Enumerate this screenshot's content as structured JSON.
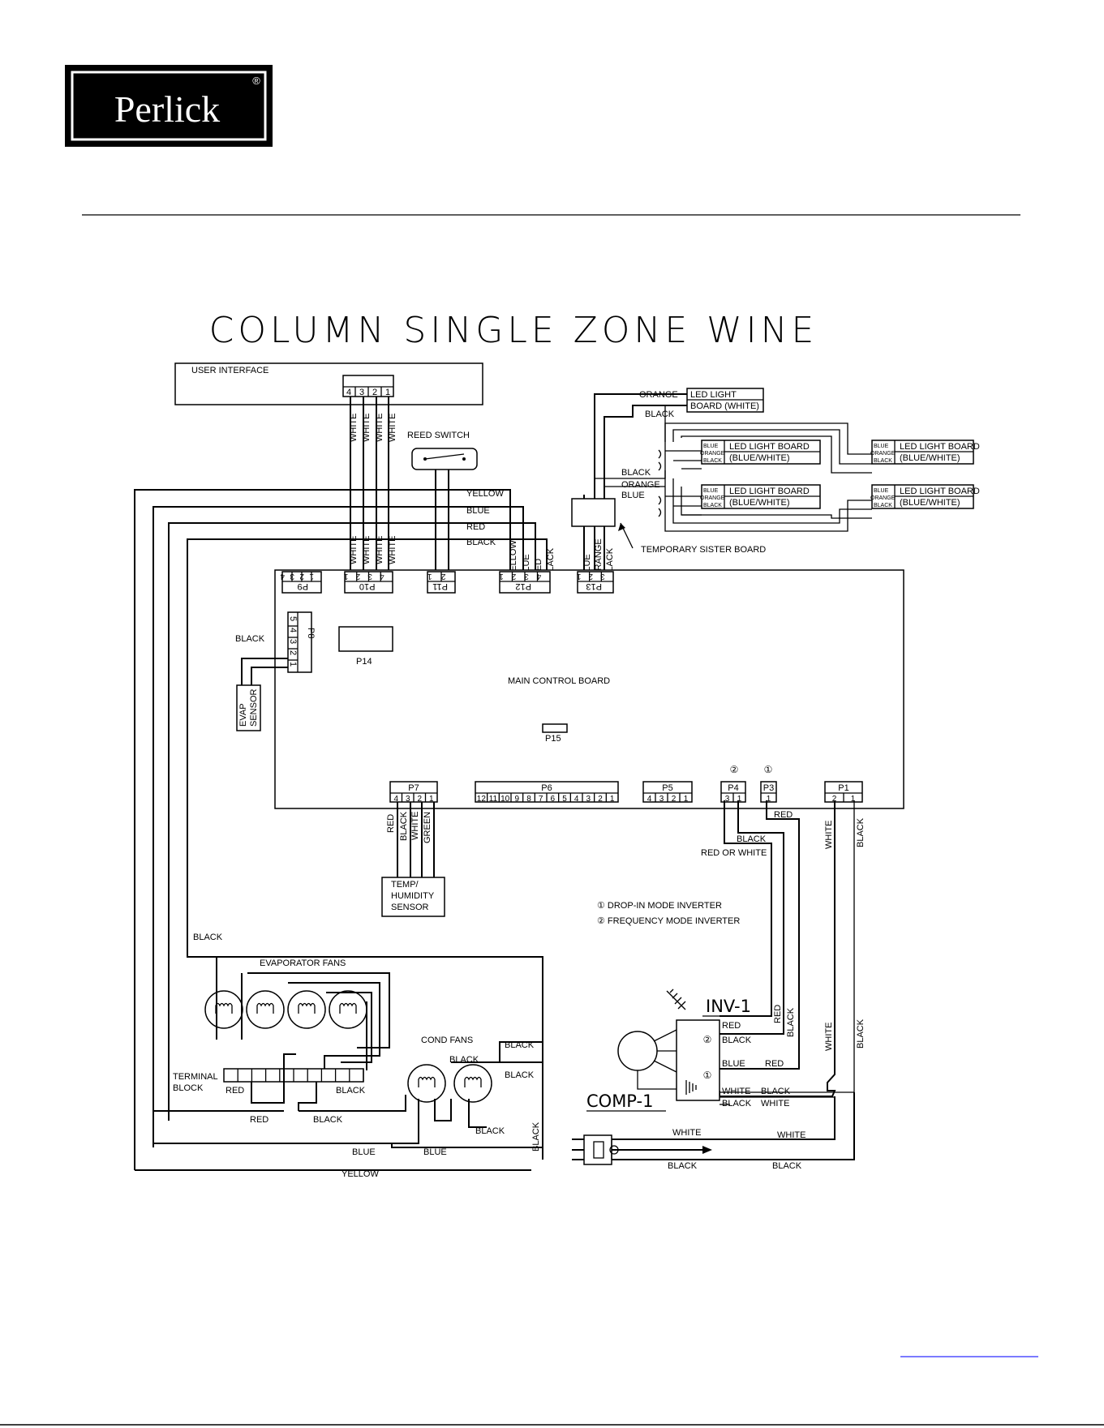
{
  "logo": {
    "brand": "Perlick",
    "registered": "®"
  },
  "title": "COLUMN SINGLE ZONE WINE",
  "components": {
    "user_interface": "USER INTERFACE",
    "reed_switch": "REED SWITCH",
    "main_board": "MAIN CONTROL BOARD",
    "sister_board": "TEMPORARY SISTER BOARD",
    "led_white_1": "LED LIGHT",
    "led_white_2": "BOARD (WHITE)",
    "led_board": "LED LIGHT BOARD",
    "led_board_sub": "(BLUE/WHITE)",
    "evap_sensor_1": "EVAP",
    "evap_sensor_2": "SENSOR",
    "temp_sensor_1": "TEMP/",
    "temp_sensor_2": "HUMIDITY",
    "temp_sensor_3": "SENSOR",
    "evap_fans": "EVAPORATOR FANS",
    "cond_fans": "COND FANS",
    "terminal_1": "TERMINAL",
    "terminal_2": "BLOCK",
    "inverter": "INV-1",
    "compressor": "COMP-1"
  },
  "connectors": {
    "p1": "P1",
    "p3": "P3",
    "p4": "P4",
    "p5": "P5",
    "p6": "P6",
    "p7": "P7",
    "p8": "P8",
    "p9": "P9",
    "p10": "P10",
    "p11": "P11",
    "p12": "P12",
    "p13": "P13",
    "p14": "P14",
    "p15": "P15"
  },
  "pins": {
    "ui": [
      "4",
      "3",
      "2",
      "1"
    ],
    "p7": [
      "4",
      "3",
      "2",
      "1"
    ],
    "p6": [
      "12",
      "11",
      "10",
      "9",
      "8",
      "7",
      "6",
      "5",
      "4",
      "3",
      "2",
      "1"
    ],
    "p5": [
      "4",
      "3",
      "2",
      "1"
    ],
    "p4": [
      "3",
      "1"
    ],
    "p3": [
      "1"
    ],
    "p1": [
      "2",
      "1"
    ],
    "p9": [
      "4",
      "3",
      "2",
      "1"
    ],
    "p10": [
      "1",
      "2",
      "3",
      "4"
    ],
    "p11": [
      "1",
      "2"
    ],
    "p12": [
      "1",
      "2",
      "3",
      "4"
    ],
    "p13": [
      "1",
      "2",
      "3"
    ],
    "p8": [
      "5",
      "4",
      "3",
      "2",
      "1"
    ]
  },
  "wires": {
    "white": "WHITE",
    "yellow": "YELLOW",
    "blue": "BLUE",
    "red": "RED",
    "black": "BLACK",
    "orange": "ORANGE",
    "green": "GREEN",
    "red_or_white": "RED OR WHITE"
  },
  "legend": {
    "m1": "①",
    "m2": "②",
    "item1": "① DROP-IN MODE INVERTER",
    "item2": "② FREQUENCY MODE INVERTER"
  }
}
